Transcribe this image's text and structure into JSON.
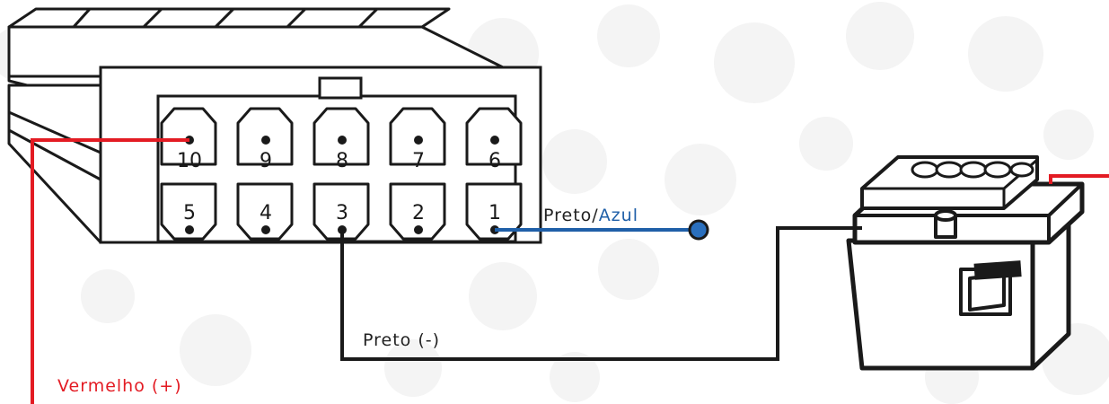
{
  "diagram": {
    "pins": [
      {
        "id": "10",
        "label": "10"
      },
      {
        "id": "9",
        "label": "9"
      },
      {
        "id": "8",
        "label": "8"
      },
      {
        "id": "7",
        "label": "7"
      },
      {
        "id": "6",
        "label": "6"
      },
      {
        "id": "5",
        "label": "5"
      },
      {
        "id": "4",
        "label": "4"
      },
      {
        "id": "3",
        "label": "3"
      },
      {
        "id": "2",
        "label": "2"
      },
      {
        "id": "1",
        "label": "1"
      }
    ],
    "wires": {
      "pin1": {
        "label_part1": "Preto",
        "separator": "/",
        "label_part2": "Azul",
        "color": "#1f5fa8"
      },
      "pin3": {
        "label": "Preto (-)",
        "color": "#1a1a1a"
      },
      "pin10": {
        "label": "Vermelho (+)",
        "color": "#e31b23"
      }
    },
    "colors": {
      "outline": "#1a1a1a",
      "pattern": "#f4f4f4",
      "red": "#e31b23",
      "blue": "#1f5fa8"
    }
  }
}
